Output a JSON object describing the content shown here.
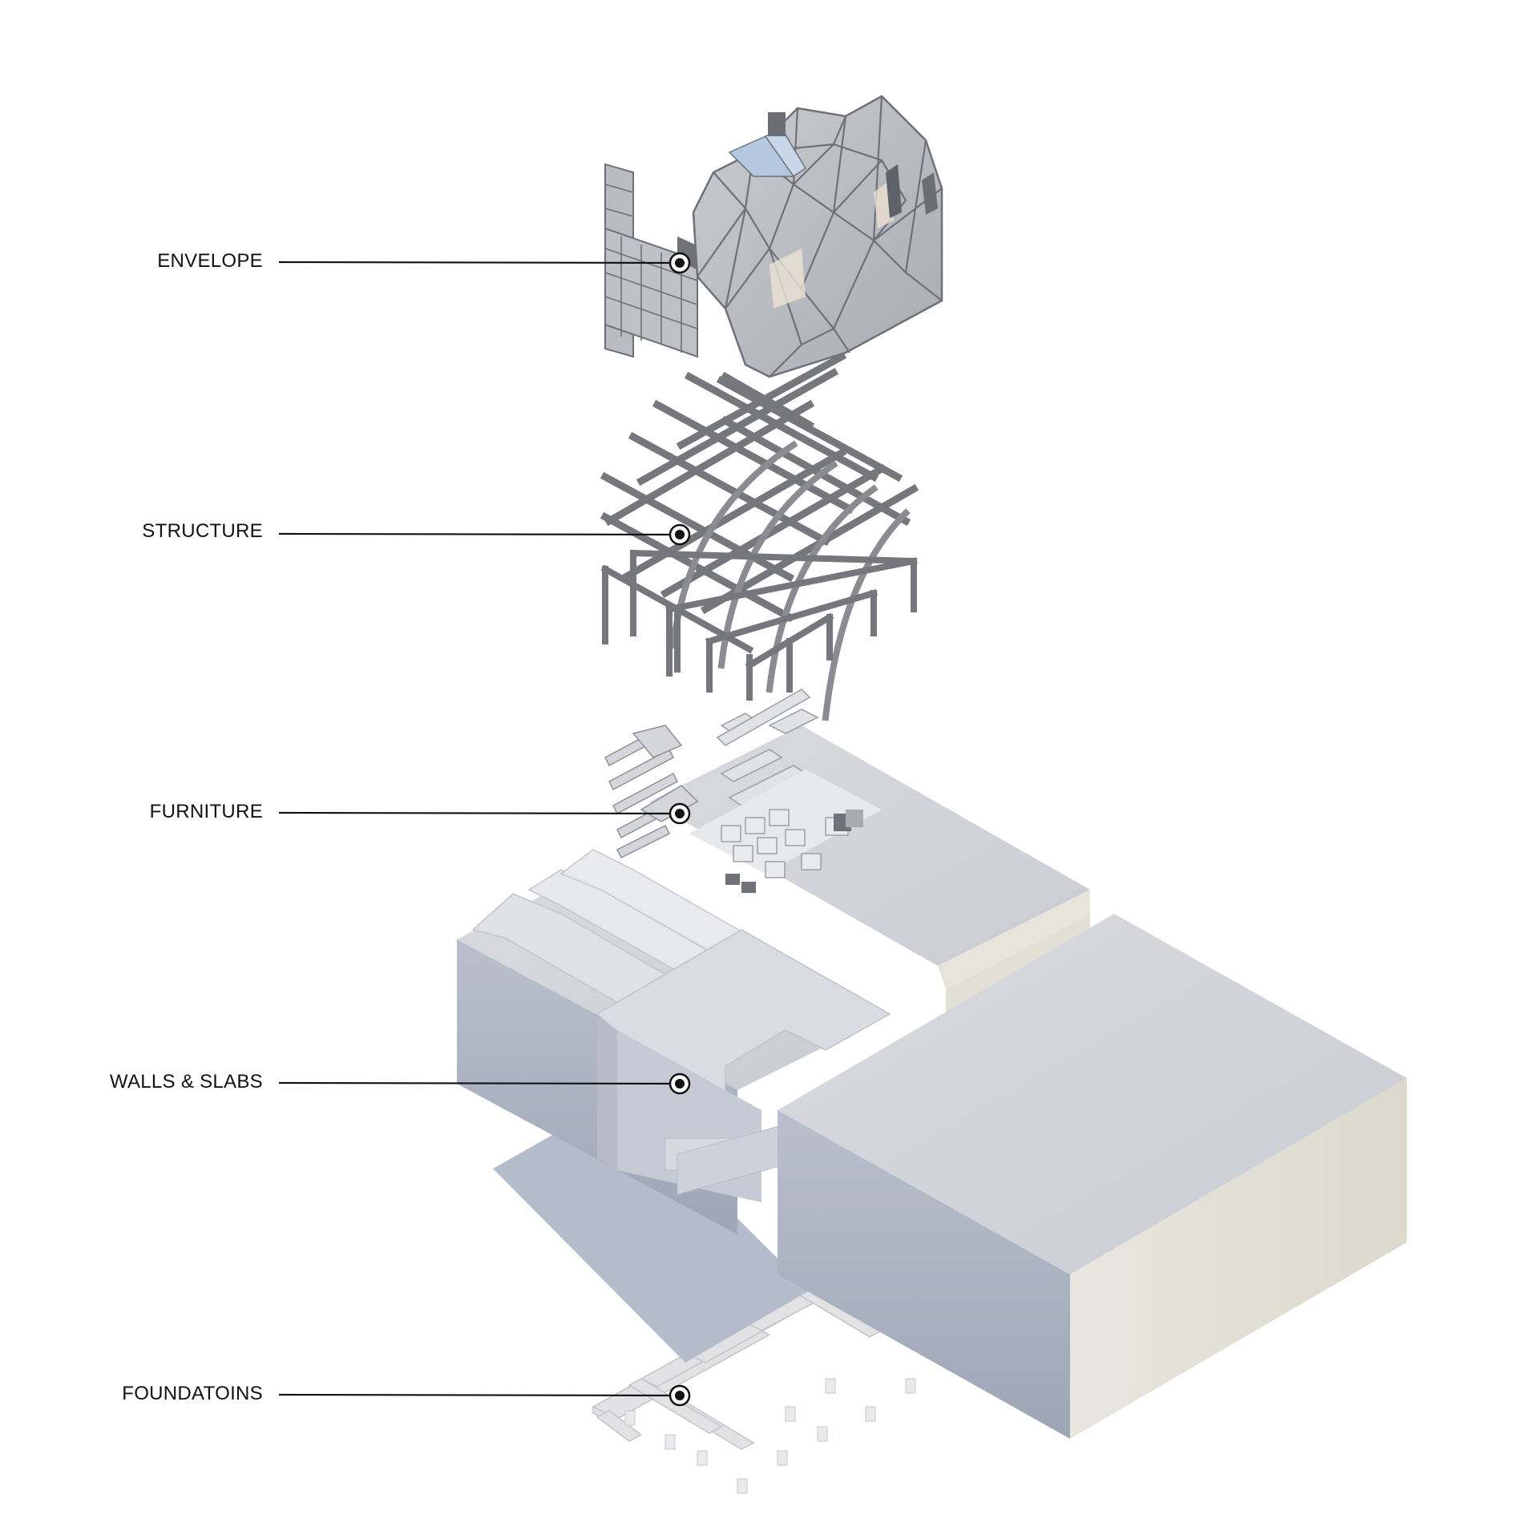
{
  "diagram": {
    "type": "exploded-axonometric",
    "layers": [
      {
        "id": "envelope",
        "label": "ENVELOPE"
      },
      {
        "id": "structure",
        "label": "STRUCTURE"
      },
      {
        "id": "furniture",
        "label": "FURNITURE"
      },
      {
        "id": "walls-slabs",
        "label": "WALLS & SLABS"
      },
      {
        "id": "foundations",
        "label": "FOUNDATOINS"
      }
    ],
    "colors": {
      "background": "#ffffff",
      "leader": "#111111",
      "label_text": "#111111",
      "massing_top": "#d4d6dc",
      "massing_left": "#a9b0bf",
      "massing_right": "#e6e3da",
      "envelope_panel": "#b9bcc2",
      "envelope_frame": "#6e7178",
      "structure_steel": "#7a7c80",
      "furniture": "#dfe0e4",
      "foundation": "#e4e4e6"
    }
  }
}
